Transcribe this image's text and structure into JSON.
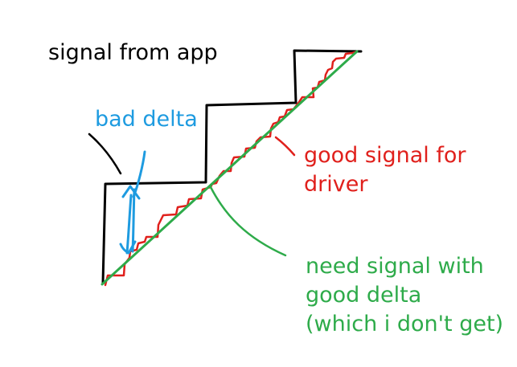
{
  "labels": {
    "signal_from_app": "signal from app",
    "bad_delta": "bad delta",
    "good_signal": [
      "good signal for",
      "driver"
    ],
    "need_signal": [
      "need signal with",
      "good delta",
      "(which i don't get)"
    ]
  },
  "colors": {
    "app_signal": "#000000",
    "bad_delta": "#1e9be0",
    "driver_signal": "#e0201c",
    "ideal_signal": "#2eab4a"
  }
}
